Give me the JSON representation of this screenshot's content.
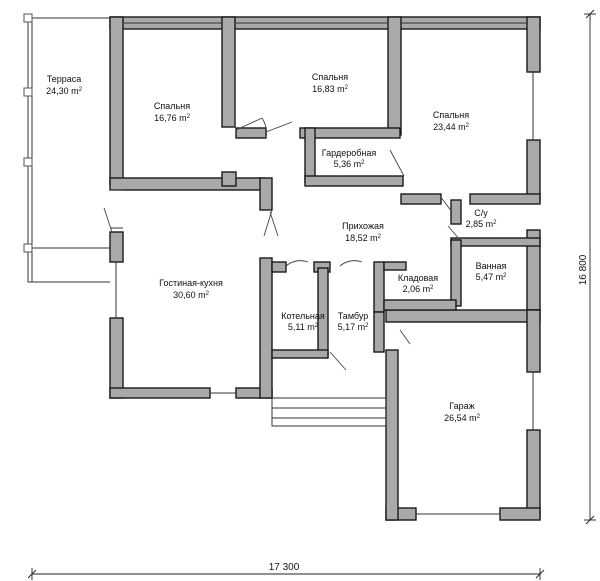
{
  "rooms": [
    {
      "key": "terrace",
      "name": "Терраса",
      "area": "24,30 m",
      "unit_sup": "2"
    },
    {
      "key": "bedroom1",
      "name": "Спальня",
      "area": "16,76 m",
      "unit_sup": "2"
    },
    {
      "key": "bedroom2",
      "name": "Спальня",
      "area": "16,83 m",
      "unit_sup": "2"
    },
    {
      "key": "bedroom3",
      "name": "Спальня",
      "area": "23,44 m",
      "unit_sup": "2"
    },
    {
      "key": "wardrobe",
      "name": "Гардеробная",
      "area": "5,36 m",
      "unit_sup": "2"
    },
    {
      "key": "wc",
      "name": "С/у",
      "area": "2,85 m",
      "unit_sup": "2"
    },
    {
      "key": "hall",
      "name": "Прихожая",
      "area": "18,52 m",
      "unit_sup": "2"
    },
    {
      "key": "bathroom",
      "name": "Ванная",
      "area": "5,47 m",
      "unit_sup": "2"
    },
    {
      "key": "pantry",
      "name": "Кладовая",
      "area": "2,06 m",
      "unit_sup": "2"
    },
    {
      "key": "living",
      "name": "Гостиная-кухня",
      "area": "30,60 m",
      "unit_sup": "2"
    },
    {
      "key": "boiler",
      "name": "Котельная",
      "area": "5,11 m",
      "unit_sup": "2"
    },
    {
      "key": "vestibule",
      "name": "Тамбур",
      "area": "5,17 m",
      "unit_sup": "2"
    },
    {
      "key": "garage",
      "name": "Гараж",
      "area": "26,54 m",
      "unit_sup": "2"
    }
  ],
  "dimensions": {
    "width": "17 300",
    "height": "16 800"
  }
}
